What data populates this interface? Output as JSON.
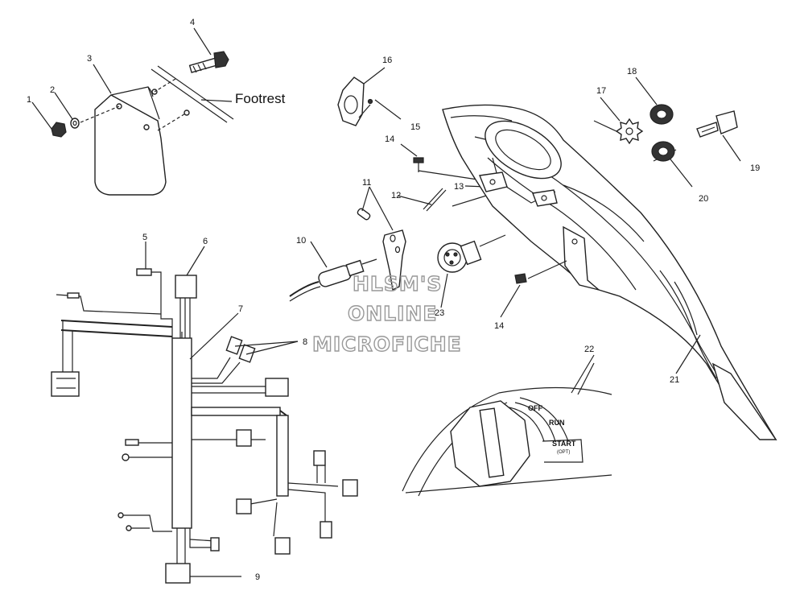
{
  "footrest_label": "Footrest",
  "callouts": [
    "1",
    "2",
    "3",
    "4",
    "5",
    "6",
    "7",
    "8",
    "9",
    "10",
    "11",
    "12",
    "13",
    "14",
    "15",
    "16",
    "17",
    "18",
    "19",
    "20",
    "21",
    "22",
    "23"
  ],
  "callout_14_repeat": "14",
  "switch_positions": {
    "off": "OFF",
    "run": "RUN",
    "start": "START",
    "start_note": "(OPT)"
  },
  "watermark": {
    "line1": "HLSM'S",
    "line2": "ONLINE",
    "line3": "MICROFICHE"
  }
}
